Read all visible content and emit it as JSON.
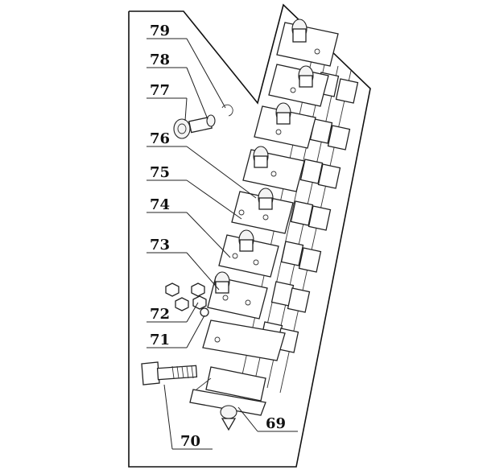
{
  "figure": {
    "callouts": [
      {
        "id": "79",
        "label": "79"
      },
      {
        "id": "78",
        "label": "78"
      },
      {
        "id": "77",
        "label": "77"
      },
      {
        "id": "76",
        "label": "76"
      },
      {
        "id": "75",
        "label": "75"
      },
      {
        "id": "74",
        "label": "74"
      },
      {
        "id": "73",
        "label": "73"
      },
      {
        "id": "72",
        "label": "72"
      },
      {
        "id": "71",
        "label": "71"
      },
      {
        "id": "70",
        "label": "70"
      },
      {
        "id": "69",
        "label": "69"
      }
    ]
  }
}
